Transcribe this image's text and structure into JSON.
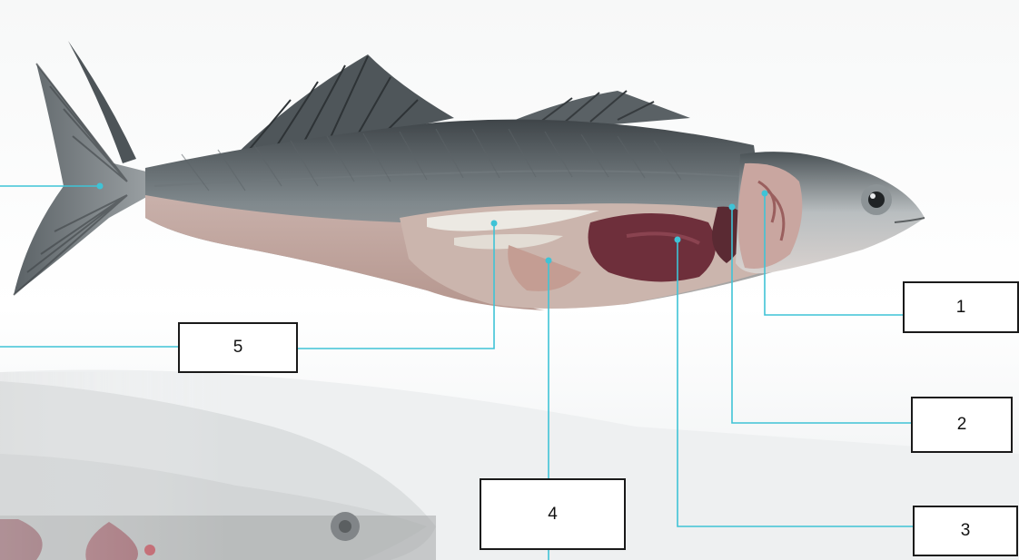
{
  "labels": {
    "one": "1",
    "two": "2",
    "three": "3",
    "four": "4",
    "five": "5"
  },
  "colors": {
    "leader_line": "#3fc3d6",
    "box_border": "#1a1a1a",
    "box_fill": "#ffffff"
  }
}
